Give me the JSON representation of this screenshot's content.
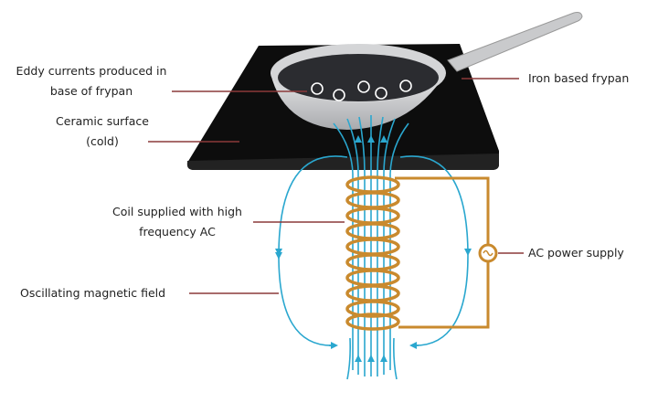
{
  "labels": {
    "eddy_line1": "Eddy currents produced in",
    "eddy_line2": "base of frypan",
    "ceramic_line1": "Ceramic surface",
    "ceramic_line2": "(cold)",
    "coil_line1": "Coil supplied with high",
    "coil_line2": "frequency AC",
    "field": "Oscillating magnetic field",
    "frypan": "Iron based frypan",
    "power": "AC power supply"
  },
  "colors": {
    "field": "#2aa7cf",
    "coil": "#c98a2e",
    "leader": "#8b3a3a",
    "cooktop": "#111111"
  }
}
